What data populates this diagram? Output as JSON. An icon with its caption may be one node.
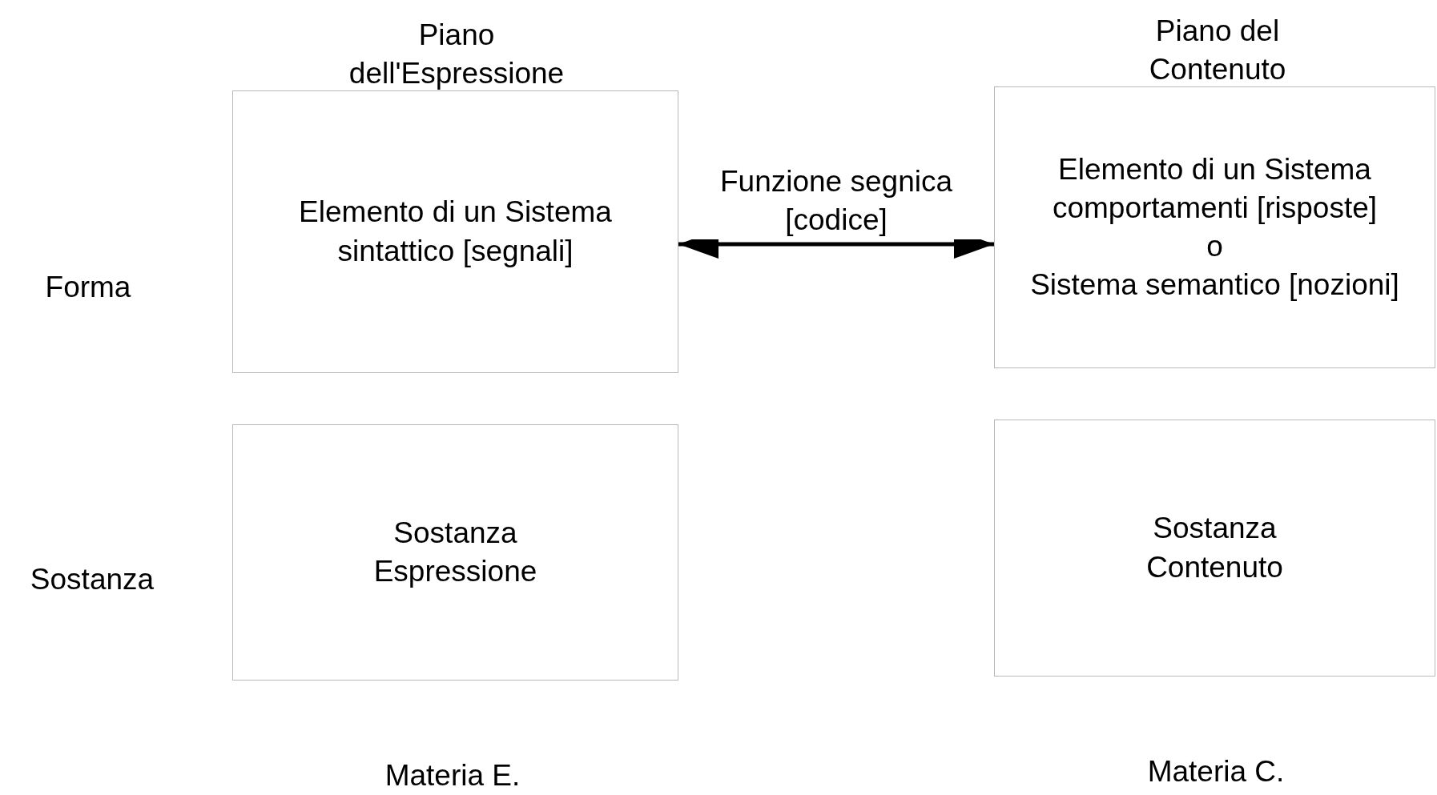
{
  "diagram": {
    "nodes": [
      {
        "text": [
          "Elemento di un Sistema sintattico [segnali]"
        ]
      },
      {
        "text": [
          "Elemento di un Sistema comportamenti [risposte]",
          "o",
          "Sistema semantico [nozioni]"
        ]
      },
      {
        "text": [
          "Sostanza Espressione"
        ]
      },
      {
        "text": [
          "Sostanza Contenuto"
        ]
      }
    ],
    "edges": [
      {
        "from": 0,
        "to": 1,
        "arrow": "both",
        "label": "Funzione segnica [codice]"
      }
    ],
    "labels": [
      "Piano dell'Espressione",
      "Piano del Contenuto",
      "Forma",
      "Sostanza",
      "Materia E.",
      "Materia C."
    ]
  }
}
